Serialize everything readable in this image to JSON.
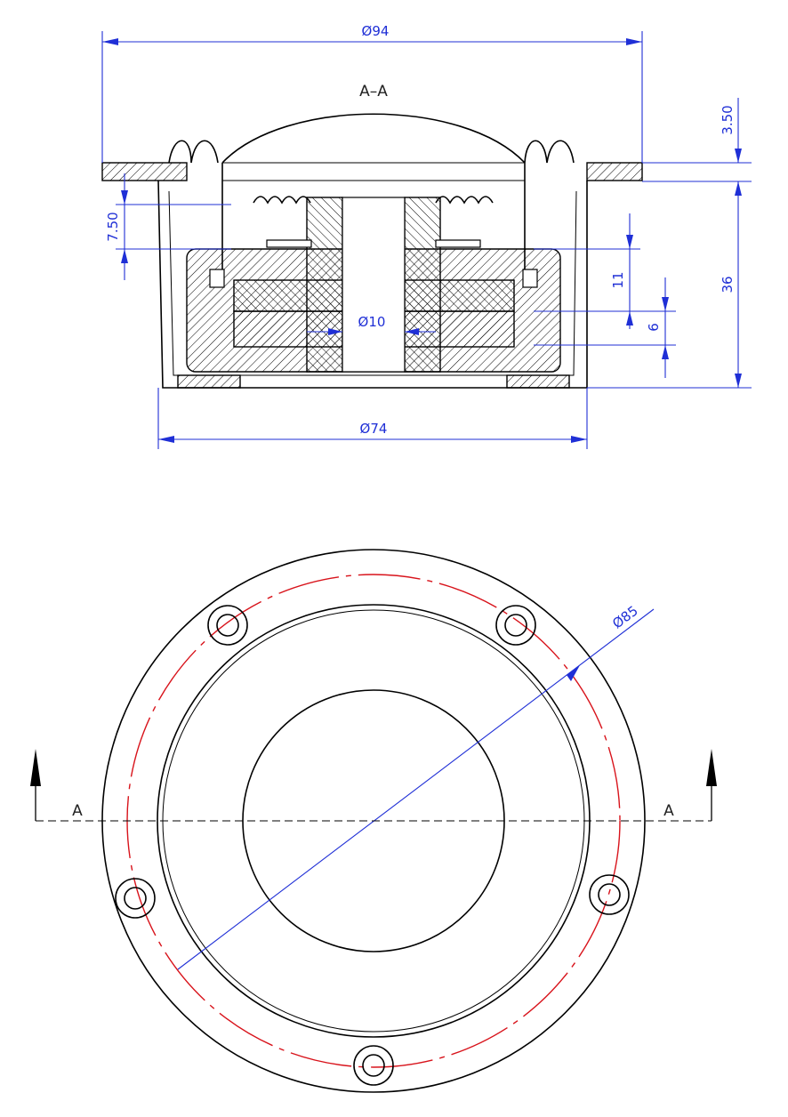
{
  "section": {
    "title": "A–A",
    "dims": {
      "outer_diameter": "Ø94",
      "flange_thickness": "3.50",
      "depth": "36",
      "offset": "7.50",
      "magnet_height": "11",
      "plate_thickness": "6",
      "pole_diameter": "Ø10",
      "basket_diameter": "Ø74"
    }
  },
  "plan": {
    "bolt_circle": "Ø85",
    "section_left": "A",
    "section_right": "A"
  },
  "colors": {
    "dimension": "#1f2fd6",
    "centerline": "#d8131b",
    "outline": "#000000"
  }
}
